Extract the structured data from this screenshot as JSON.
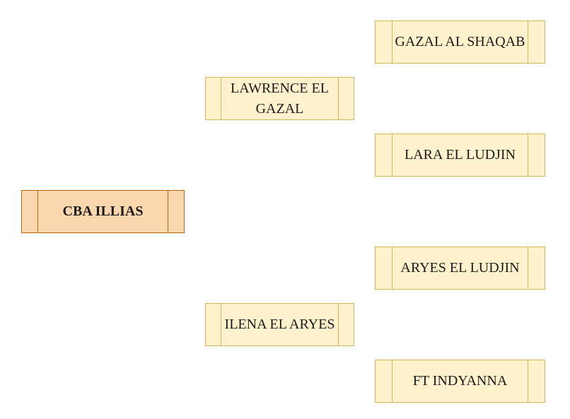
{
  "colors": {
    "root_fill": "#fad7ac",
    "root_stroke": "#b46504",
    "node_fill": "#fff2cc",
    "node_stroke": "#d6b656"
  },
  "root": {
    "name": "CBA ILLIAS"
  },
  "sire": {
    "name": "LAWRENCE EL GAZAL"
  },
  "dam": {
    "name": "ILENA EL ARYES"
  },
  "sire_sire": {
    "name": "GAZAL AL SHAQAB"
  },
  "sire_dam": {
    "name": "LARA EL LUDJIN"
  },
  "dam_sire": {
    "name": "ARYES EL LUDJIN"
  },
  "dam_dam": {
    "name": "FT INDYANNA"
  }
}
